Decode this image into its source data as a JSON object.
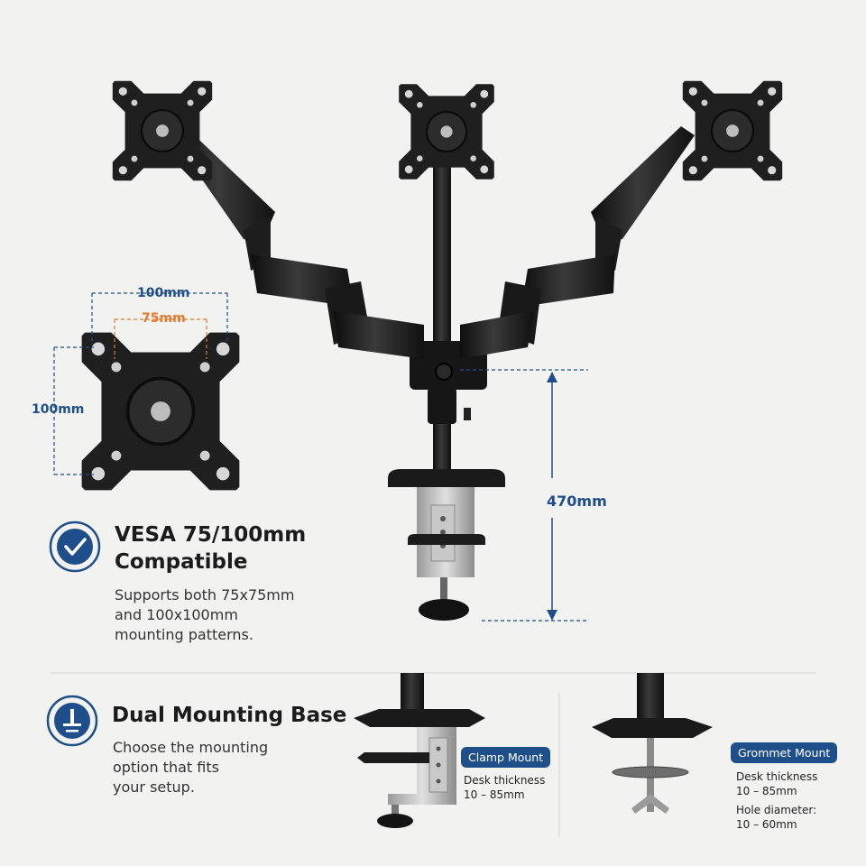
{
  "dimensions": {
    "vesa_width_outer": "100mm",
    "vesa_width_inner": "75mm",
    "vesa_height": "100mm",
    "pole_height": "470mm"
  },
  "features": [
    {
      "icon": "check-badge-icon",
      "title_line1": "VESA 75/100mm",
      "title_line2": "Compatible",
      "desc_line1": "Supports both 75x75mm",
      "desc_line2": "and 100x100mm",
      "desc_line3": "mounting patterns."
    },
    {
      "icon": "grommet-base-icon",
      "title_line1": "Dual Mounting Base",
      "desc_line1": "Choose the mounting",
      "desc_line2": "option that fits",
      "desc_line3": "your setup."
    }
  ],
  "mounts": {
    "clamp": {
      "label": "Clamp Mount",
      "spec_line1": "Desk thickness",
      "spec_line2": "10 – 85mm"
    },
    "grommet": {
      "label": "Grommet Mount",
      "spec_line1": "Desk thickness",
      "spec_line2": "10 – 85mm",
      "spec_line3": "Hole diameter:",
      "spec_line4": "10 – 60mm"
    }
  },
  "colors": {
    "accent_blue": "#1f4f8b",
    "accent_orange": "#e07a2e",
    "metal_black": "#1c1c1c",
    "background": "#f2f2f1"
  }
}
